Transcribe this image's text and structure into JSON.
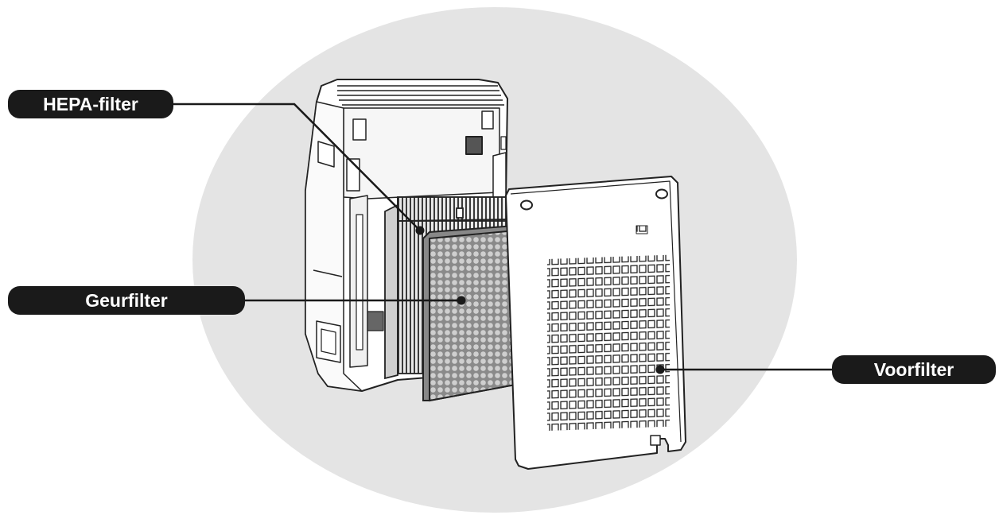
{
  "labels": {
    "hepa": "HEPA-filter",
    "geur": "Geurfilter",
    "voor": "Voorfilter"
  },
  "colors": {
    "background_ellipse": "#e4e4e4",
    "label_fill": "#1a1a1a",
    "label_text": "#ffffff",
    "line": "#1a1a1a"
  }
}
